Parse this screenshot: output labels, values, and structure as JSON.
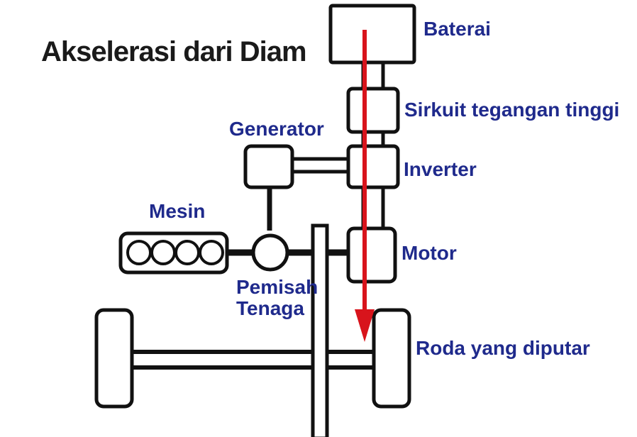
{
  "title": "Akselerasi dari Diam",
  "labels": {
    "battery": "Baterai",
    "high_voltage_circuit": "Sirkuit tegangan tinggi",
    "generator": "Generator",
    "inverter": "Inverter",
    "engine": "Mesin",
    "motor": "Motor",
    "power_split_line1": "Pemisah",
    "power_split_line2": "Tenaga",
    "driven_wheel": "Roda yang diputar"
  },
  "colors": {
    "title": "#1a1a1a",
    "label": "#1f2a8c",
    "stroke": "#111111",
    "flow_arrow": "#d8141c",
    "background": "#ffffff"
  }
}
